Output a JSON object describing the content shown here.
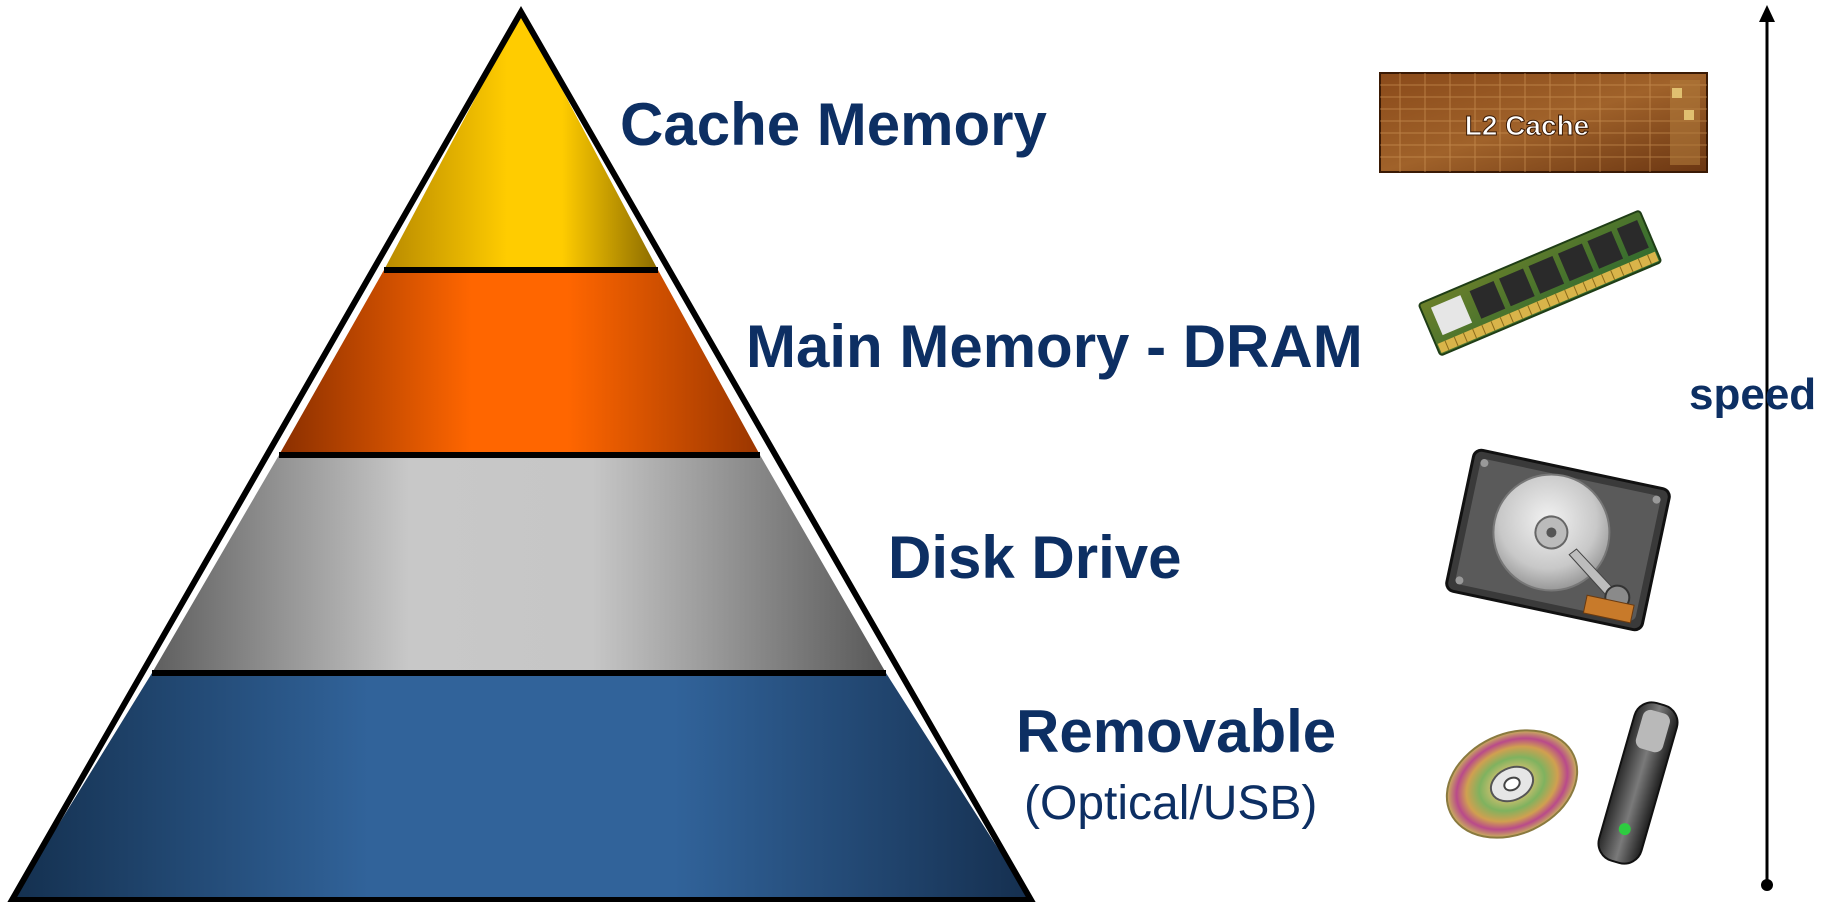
{
  "labels": {
    "cache": "Cache Memory",
    "dram": "Main Memory - DRAM",
    "disk": "Disk Drive",
    "removable": "Removable",
    "removable_sub": "(Optical/USB)",
    "speed": "speed",
    "l2_cache_chip": "L2 Cache"
  },
  "colors": {
    "label_text": "#0d2f63",
    "cache_tier": "#f2c200",
    "dram_tier": "#ff6400",
    "disk_tier": "#c0c0c0",
    "removable_tier": "#2f5f93",
    "outline": "#000000"
  },
  "icons": {
    "cache": "l2-cache-die-image",
    "dram": "ram-module-image",
    "disk": "hard-disk-drive-image",
    "optical": "optical-disc-image",
    "usb": "usb-flash-drive-image",
    "arrow": "up-arrow"
  }
}
